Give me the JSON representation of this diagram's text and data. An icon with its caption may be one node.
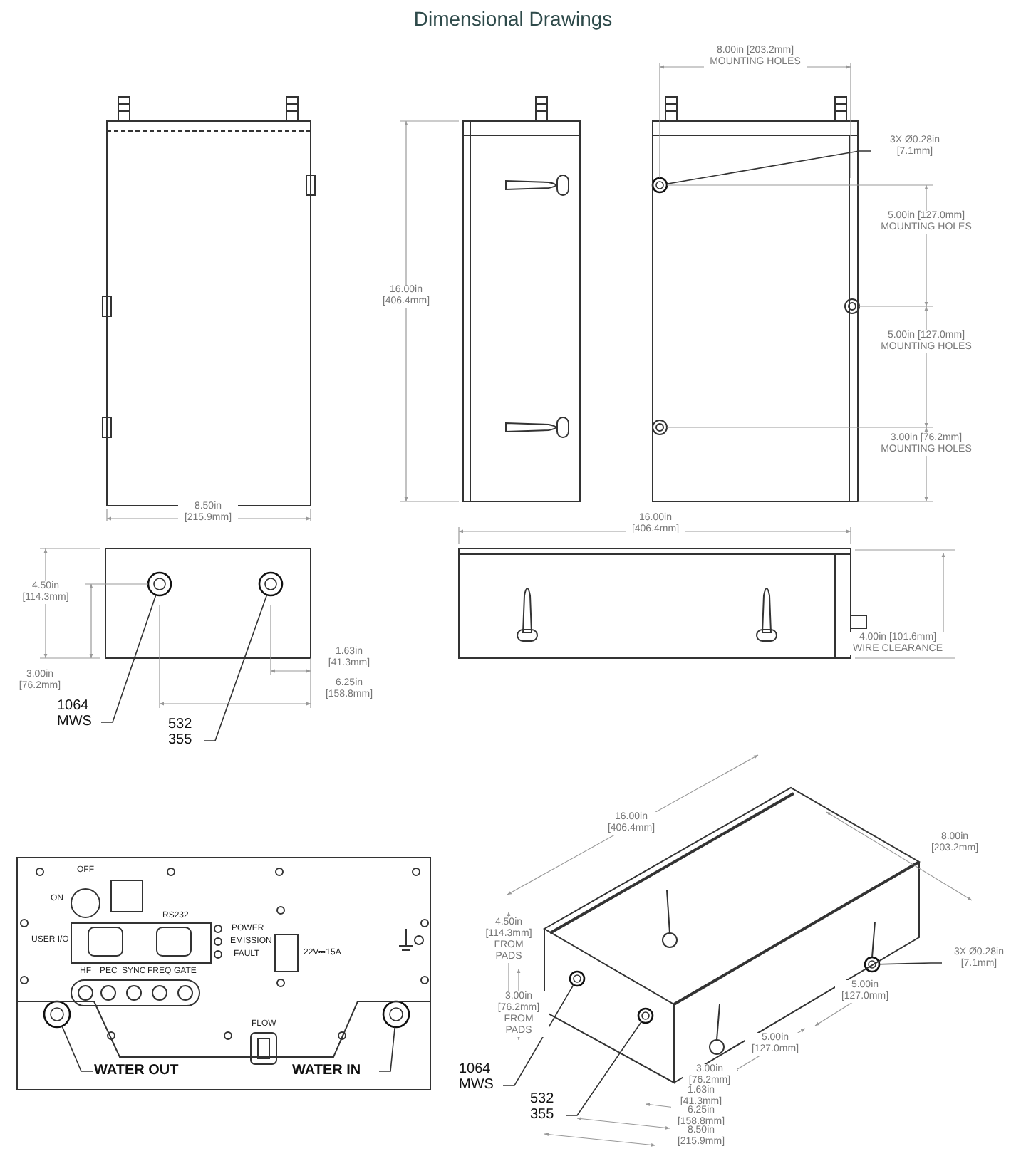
{
  "diagram": {
    "title": "Dimensional Drawings",
    "nodes": [
      {
        "text": [
          "3X Ø0.28in [7.1mm]"
        ]
      },
      {
        "text": [
          "1064 MWS"
        ]
      },
      {
        "text": [
          "532 355"
        ]
      },
      {
        "text": [
          "WATER OUT"
        ]
      },
      {
        "text": [
          "WATER IN"
        ]
      },
      {
        "text": [
          "3X Ø0.28in [7.1mm]"
        ]
      },
      {
        "text": [
          "1064 MWS"
        ]
      },
      {
        "text": [
          "532 355"
        ]
      },
      {
        "text": [],
        "shape": "circle"
      },
      {
        "text": [],
        "shape": "circle"
      },
      {
        "text": [],
        "shape": "circle"
      },
      {
        "text": [],
        "shape": "circle"
      },
      {
        "text": [],
        "shape": "circle"
      },
      {
        "text": [],
        "shape": "circle"
      },
      {
        "text": [],
        "shape": "circle"
      },
      {
        "text": [],
        "shape": "circle"
      }
    ],
    "edges": [
      {
        "from": 0,
        "to": 8,
        "arrow": "none"
      },
      {
        "from": 1,
        "to": 9,
        "arrow": "none"
      },
      {
        "from": 2,
        "to": 10,
        "arrow": "none"
      },
      {
        "from": 3,
        "to": 11,
        "arrow": "none"
      },
      {
        "from": 4,
        "to": 12,
        "arrow": "none"
      },
      {
        "from": 5,
        "to": 13,
        "arrow": "none"
      },
      {
        "from": 6,
        "to": 14,
        "arrow": "none"
      },
      {
        "from": 7,
        "to": 15,
        "arrow": "none"
      }
    ],
    "labels": [
      "8.00in [203.2mm] MOUNTING HOLES",
      "16.00in [406.4mm]",
      "5.00in [127.0mm] MOUNTING HOLES",
      "5.00in [127.0mm] MOUNTING HOLES",
      "3.00in [76.2mm] MOUNTING HOLES",
      "8.50in [215.9mm]",
      "16.00in [406.4mm]",
      "4.50in [114.3mm]",
      "3.00in [76.2mm]",
      "1.63in [41.3mm]",
      "6.25in [158.8mm]",
      "4.00in [101.6mm] WIRE CLEARANCE",
      "OFF",
      "ON",
      "RS232",
      "USER I/O",
      "POWER",
      "EMISSION",
      "FAULT",
      "22V⎓15A",
      "HF",
      "PEC",
      "SYNC",
      "FREQ",
      "GATE",
      "FLOW",
      "16.00in [406.4mm]",
      "8.00in [203.2mm]",
      "4.50in [114.3mm] FROM PADS",
      "3.00in [76.2mm] FROM PADS",
      "5.00in [127.0mm]",
      "5.00in [127.0mm]",
      "3.00in [76.2mm]",
      "1.63in [41.3mm]",
      "6.25in [158.8mm]",
      "8.50in [215.9mm]"
    ]
  }
}
